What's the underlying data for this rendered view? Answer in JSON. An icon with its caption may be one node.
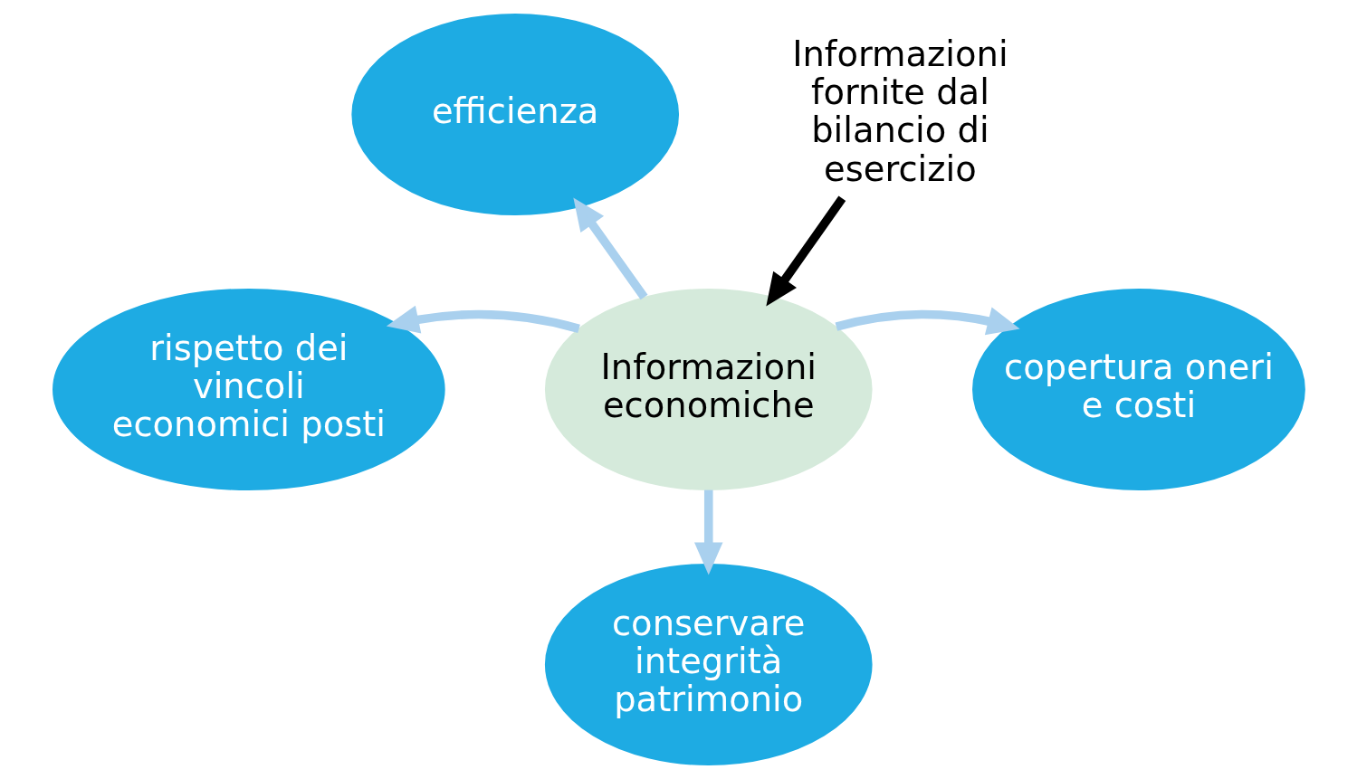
{
  "diagram": {
    "nodes": [
      {
        "text": [
          "efficienza"
        ]
      },
      {
        "text": [
          "Informazioni fornite dal bilancio di esercizio"
        ]
      },
      {
        "text": [
          "rispetto dei vincoli economici posti"
        ]
      },
      {
        "text": [
          "Informazioni economiche"
        ]
      },
      {
        "text": [
          "copertura oneri e costi"
        ]
      },
      {
        "text": [
          "conservare integrità patrimonio"
        ]
      }
    ],
    "edges": [
      {
        "from": 3,
        "to": 0,
        "arrow": "to"
      },
      {
        "from": 3,
        "to": 2,
        "arrow": "to"
      },
      {
        "from": 3,
        "to": 4,
        "arrow": "to"
      },
      {
        "from": 3,
        "to": 5,
        "arrow": "to"
      },
      {
        "from": 1,
        "to": 3,
        "arrow": "to",
        "color": "#000000"
      }
    ]
  }
}
